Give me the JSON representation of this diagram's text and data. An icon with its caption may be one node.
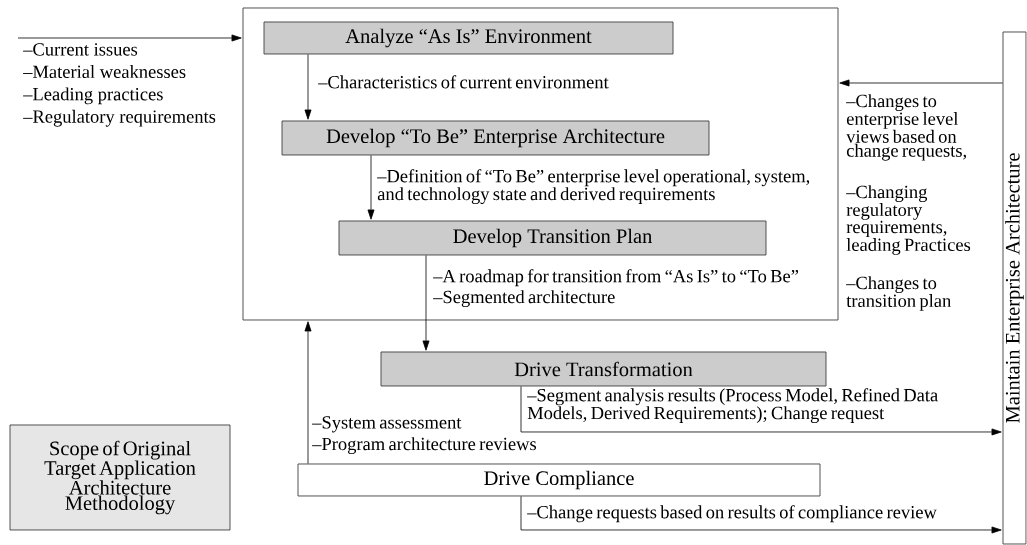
{
  "diagram": {
    "nodes": [
      {
        "text": [],
        "shape": "box"
      },
      {
        "text": [
          "Analyze “As Is” Environment"
        ],
        "in": 0
      },
      {
        "text": [
          "Develop “To Be” Enterprise Architecture"
        ],
        "in": 0
      },
      {
        "text": [
          "Develop Transition Plan"
        ],
        "in": 0
      },
      {
        "text": [
          "Drive Transformation"
        ]
      },
      {
        "text": [
          "Drive Compliance"
        ]
      },
      {
        "text": [
          "Scope of Original Target Application Architecture Methodology"
        ]
      },
      {
        "text": [
          "Maintain Enterprise Architecture"
        ]
      },
      {
        "text": [
          "–Current issues",
          "–Material weaknesses",
          "–Leading practices",
          "–Regulatory requirements"
        ]
      }
    ],
    "edges": [
      {
        "from": 8,
        "to": 0,
        "arrow": "to"
      },
      {
        "from": 1,
        "to": 2,
        "arrow": "to",
        "label": "–Characteristics of current environment"
      },
      {
        "from": 2,
        "to": 3,
        "arrow": "to",
        "label": "–Definition of “To Be” enterprise level operational, system, and technology state and derived requirements"
      },
      {
        "from": 3,
        "to": 4,
        "arrow": "to"
      },
      {
        "from": 4,
        "to": 7,
        "arrow": "to",
        "label": "–Segment analysis results (Process Model, Refined Data Models, Derived Requirements); Change request"
      },
      {
        "from": 5,
        "to": 0,
        "arrow": "to"
      },
      {
        "from": 5,
        "to": 7,
        "arrow": "to",
        "label": "–Change requests based on results of compliance review"
      },
      {
        "from": 7,
        "to": 0,
        "arrow": "to"
      }
    ],
    "labels": [
      "–Changes to enterprise level views based on change requests,",
      "–Changing regulatory requirements, leading Practices",
      "–Changes to transition plan",
      "–A roadmap for transition from “As Is” to “To Be”",
      "–Segmented architecture",
      "–System assessment",
      "–Program architecture reviews"
    ]
  }
}
